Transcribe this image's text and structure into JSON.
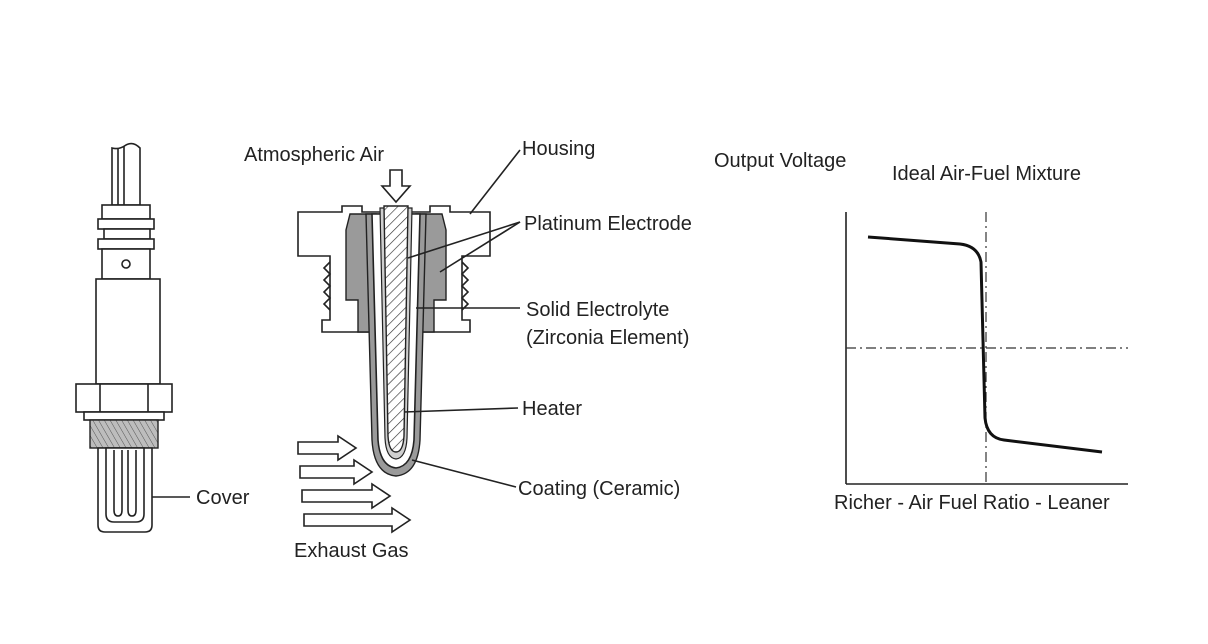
{
  "labels": {
    "cover": "Cover",
    "atmospheric_air": "Atmospheric Air",
    "housing": "Housing",
    "platinum_electrode": "Platinum Electrode",
    "solid_electrolyte": "Solid Electrolyte",
    "zirconia_element": "(Zirconia Element)",
    "heater": "Heater",
    "coating": "Coating (Ceramic)",
    "exhaust_gas": "Exhaust Gas"
  },
  "graph": {
    "y_label": "Output Voltage",
    "ideal_label": "Ideal Air-Fuel Mixture",
    "x_label": "Richer - Air Fuel Ratio - Leaner"
  },
  "colors": {
    "line": "#222222",
    "shade": "#9a9a9a",
    "light": "#cfcfcf"
  }
}
